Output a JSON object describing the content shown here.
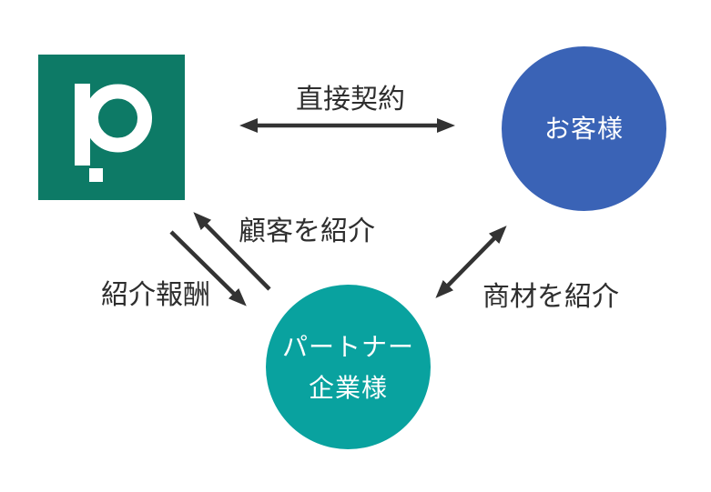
{
  "diagram": {
    "background_color": "#ffffff",
    "arrow_color": "#333333",
    "label_color": "#2e2e2e",
    "nodes": {
      "company": {
        "type": "logo",
        "glyph": "p.",
        "color": "#0d7a66",
        "glyph_color": "#ffffff"
      },
      "customer": {
        "label": "お客様",
        "shape": "circle",
        "color": "#3a63b6",
        "text_color": "#ffffff"
      },
      "partner": {
        "label_line1": "パートナー",
        "label_line2": "企業様",
        "shape": "circle",
        "color": "#09a29f",
        "text_color": "#ffffff"
      }
    },
    "edges": {
      "direct_contract": {
        "label": "直接契約",
        "between": "company-customer",
        "direction": "both"
      },
      "refer_customers": {
        "label": "顧客を紹介",
        "between": "partner-company",
        "direction": "to-company"
      },
      "referral_reward": {
        "label": "紹介報酬",
        "between": "company-partner",
        "direction": "to-partner"
      },
      "introduce_products": {
        "label": "商材を紹介",
        "between": "customer-partner",
        "direction": "both"
      }
    }
  }
}
